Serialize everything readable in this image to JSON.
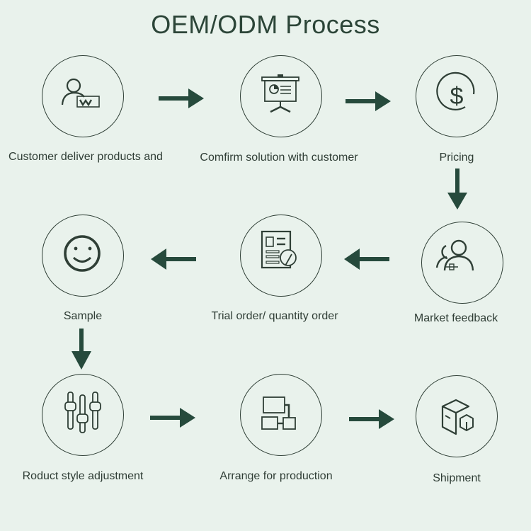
{
  "title": "OEM/ODM Process",
  "colors": {
    "background": "#e9f2ec",
    "accent": "#264a3c",
    "outline": "#2f3f36",
    "text": "#2f3d35"
  },
  "steps": [
    {
      "label": "Customer deliver products and",
      "icon": "person-chart-icon"
    },
    {
      "label": "Comfirm solution with customer",
      "icon": "presentation-board-icon"
    },
    {
      "label": "Pricing",
      "icon": "dollar-icon"
    },
    {
      "label": "Market feedback",
      "icon": "users-icon"
    },
    {
      "label": "Trial order/ quantity order",
      "icon": "document-edit-icon"
    },
    {
      "label": "Sample",
      "icon": "smiley-icon"
    },
    {
      "label": "Roduct style adjustment",
      "icon": "sliders-icon"
    },
    {
      "label": "Arrange for production",
      "icon": "flowchart-icon"
    },
    {
      "label": "Shipment",
      "icon": "boxes-icon"
    }
  ],
  "arrows": [
    {
      "from": 1,
      "to": 2,
      "direction": "right"
    },
    {
      "from": 2,
      "to": 3,
      "direction": "right"
    },
    {
      "from": 3,
      "to": 4,
      "direction": "down"
    },
    {
      "from": 4,
      "to": 5,
      "direction": "left"
    },
    {
      "from": 5,
      "to": 6,
      "direction": "left"
    },
    {
      "from": 6,
      "to": 7,
      "direction": "down"
    },
    {
      "from": 7,
      "to": 8,
      "direction": "right"
    },
    {
      "from": 8,
      "to": 9,
      "direction": "right"
    }
  ]
}
